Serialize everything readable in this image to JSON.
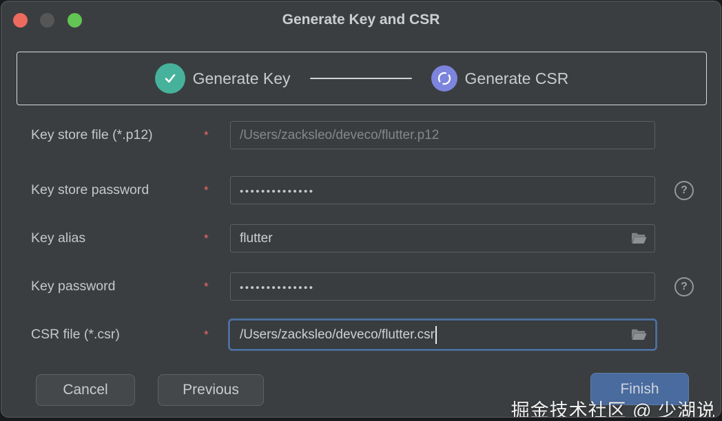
{
  "window": {
    "title": "Generate Key and CSR",
    "watermark": "掘金技术社区 @ 少湖说"
  },
  "stepper": {
    "steps": [
      {
        "label": "Generate Key",
        "state": "done"
      },
      {
        "label": "Generate CSR",
        "state": "current"
      }
    ]
  },
  "form": {
    "rows": [
      {
        "label": "Key store file (*.p12)",
        "required": "*",
        "value": "/Users/zacksleo/deveco/flutter.p12",
        "state": "disabled"
      },
      {
        "label": "Key store password",
        "required": "*",
        "value": "••••••••••••••",
        "state": "password"
      },
      {
        "label": "Key alias",
        "required": "*",
        "value": "flutter",
        "state": "folder"
      },
      {
        "label": "Key password",
        "required": "*",
        "value": "••••••••••••••",
        "state": "password"
      },
      {
        "label": "CSR file (*.csr)",
        "required": "*",
        "value": "/Users/zacksleo/deveco/flutter.csr",
        "state": "focused"
      }
    ]
  },
  "buttons": {
    "cancel": "Cancel",
    "previous": "Previous",
    "finish": "Finish"
  },
  "icons": {
    "help": "?"
  },
  "colors": {
    "dialog_bg": "#3b3e40",
    "step_done_green": "#46b29b",
    "step_current_purple": "#7c84dc",
    "focus_ring_blue": "#4c6f9e",
    "finish_button_blue": "#4a6b9e",
    "required_red": "#ef6962",
    "traffic_red": "#ed6a5f",
    "traffic_green": "#62c554"
  }
}
